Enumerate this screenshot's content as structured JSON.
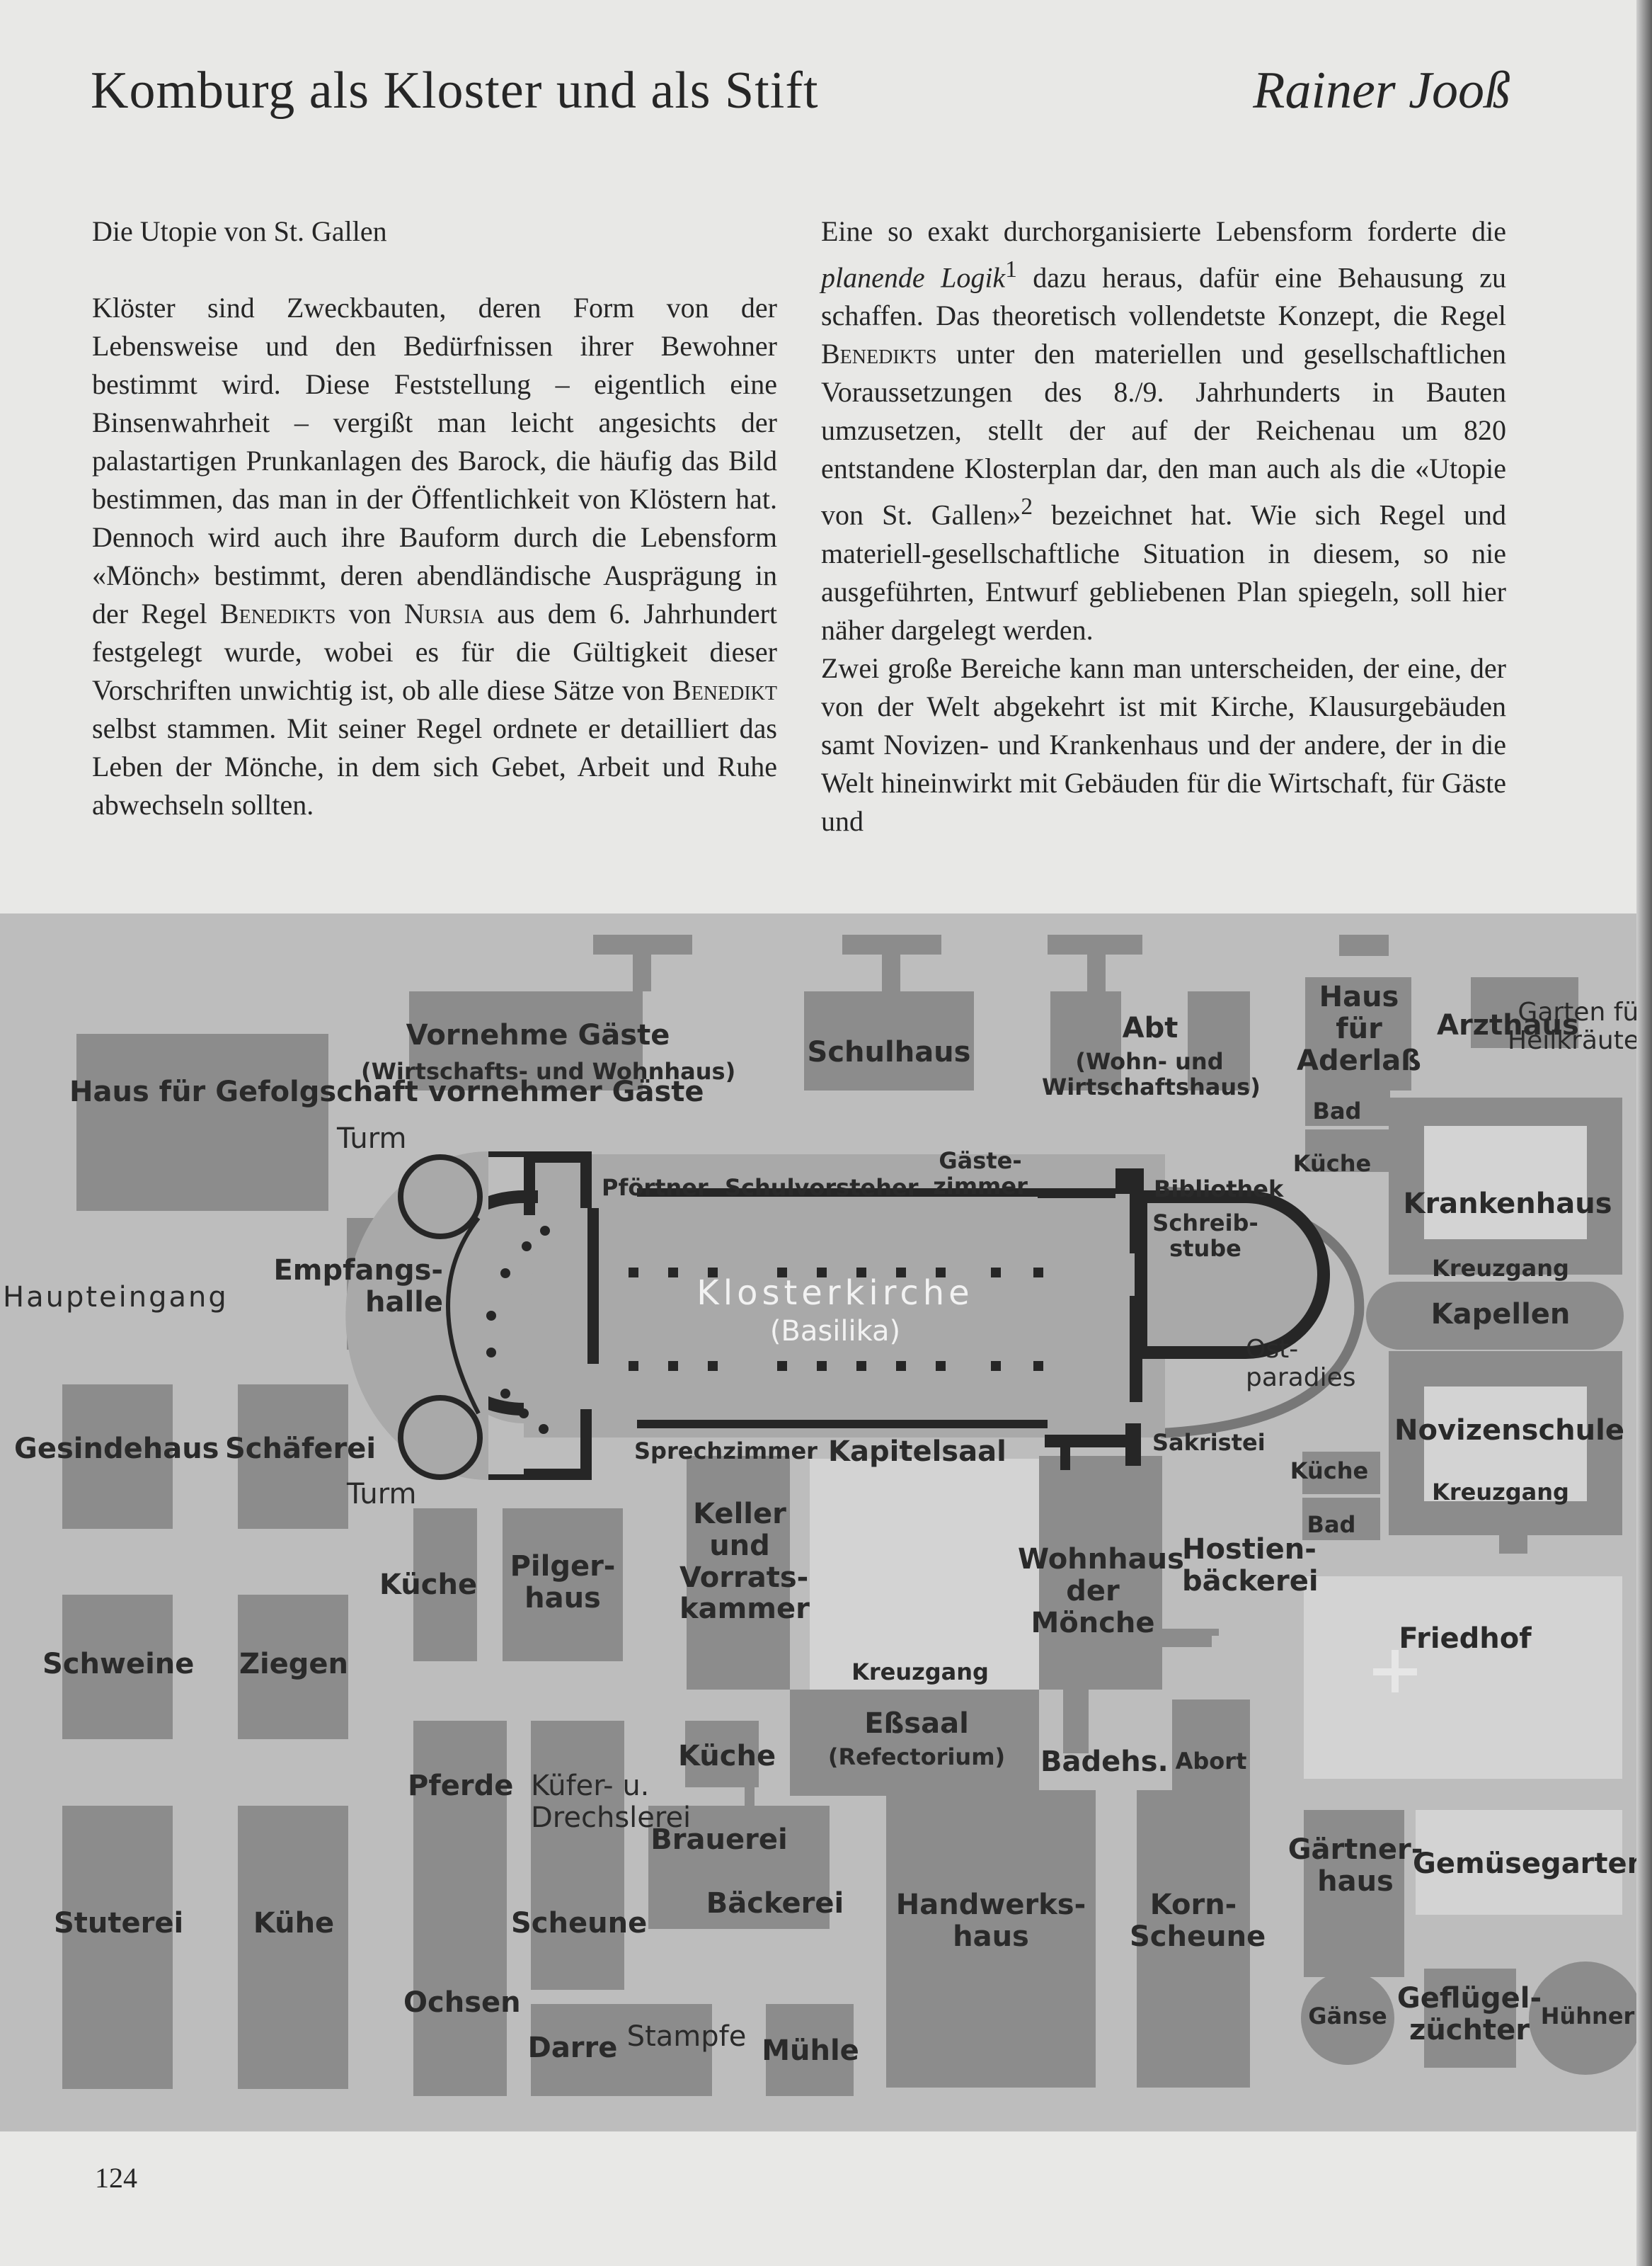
{
  "header": {
    "title": "Komburg als Kloster und als Stift",
    "author": "Rainer Jooß"
  },
  "left_column": {
    "subheading": "Die Utopie von St. Gallen",
    "p1_a": "Klöster sind Zweckbauten, deren Form von der Lebensweise und den Bedürfnissen ihrer Bewohner bestimmt wird. Diese Feststellung – eigentlich eine Binsenwahrheit – vergißt man leicht angesichts der palastartigen Prunkanlagen des Barock, die häufig das Bild bestimmen, das man in der Öffentlichkeit von Klöstern hat. Dennoch wird auch ihre Bauform durch die Lebensform «Mönch» bestimmt, deren abendländische Ausprägung in der Regel ",
    "p1_sc1": "Benedikts",
    "p1_b": " von ",
    "p1_sc2": "Nursia",
    "p1_c": " aus dem 6. Jahrhundert festgelegt wurde, wobei es für die Gültigkeit dieser Vorschriften unwichtig ist, ob alle diese Sätze von ",
    "p1_sc3": "Benedikt",
    "p1_d": " selbst stammen. Mit seiner Regel ordnete er detailliert das Leben der Mönche, in dem sich Gebet, Arbeit und Ruhe abwechseln sollten."
  },
  "right_column": {
    "p2_a": "Eine so exakt durchorganisierte Lebensform forderte die ",
    "p2_em": "planende Logik",
    "p2_sup1": "1",
    "p2_b": " dazu heraus, dafür eine Behausung zu schaffen. Das theoretisch vollendetste Konzept, die Regel ",
    "p2_sc": "Benedikts",
    "p2_c": " unter den materiellen und gesellschaftlichen Voraussetzungen des 8./9. Jahrhunderts in Bauten umzusetzen, stellt der auf der Reichenau um 820 entstandene Klosterplan dar, den man auch als die «Utopie von St. Gallen»",
    "p2_sup2": "2",
    "p2_d": " bezeichnet hat. Wie sich Regel und materiell-gesellschaftliche Situation in diesem, so nie ausgeführten, Entwurf gebliebenen Plan spiegeln, soll hier näher dargelegt werden.",
    "p3": "Zwei große Bereiche kann man unterscheiden, der eine, der von der Welt abgekehrt ist mit Kirche, Klausurgebäuden samt Novizen- und Krankenhaus und der andere, der in die Welt hineinwirkt mit Gebäuden für die Wirtschaft, für Gäste und"
  },
  "plan": {
    "labels": {
      "gefolgschaft": "Haus für Gefolgschaft vornehmer Gäste",
      "vornehme_gaeste": "Vornehme Gäste",
      "vornehme_sub": "(Wirtschafts- und Wohnhaus)",
      "schulhaus": "Schulhaus",
      "abt": "Abt",
      "abt_sub": "(Wohn- und Wirtschaftshaus)",
      "aderlass": "Haus für Aderlaß",
      "arzthaus": "Arzthaus",
      "garten_heil": "Garten für Heilkräuter",
      "turm1": "Turm",
      "turm2": "Turm",
      "pfoertner": "Pförtner",
      "schulvorsteher": "Schulvorsteher",
      "gaestezimmer": "Gäste-zimmer",
      "bibliothek": "Bibliothek",
      "schreibstube": "Schreib-stube",
      "bad1": "Bad",
      "kueche1": "Küche",
      "krankenhaus": "Krankenhaus",
      "kreuzgang1": "Kreuzgang",
      "kapellen": "Kapellen",
      "haupteingang": "Haupteingang",
      "empfangshalle": "Empfangs-halle",
      "klosterkirche": "Klosterkirche",
      "basilika": "(Basilika)",
      "ostparadies": "Ost-paradies",
      "novizenschule": "Novizenschule",
      "kreuzgang2": "Kreuzgang",
      "gesindehaus": "Gesindehaus",
      "schaeferei": "Schäferei",
      "sprechzimmer": "Sprechzimmer",
      "kapitelsaal": "Kapitelsaal",
      "sakristei": "Sakristei",
      "kueche2": "Küche",
      "bad2": "Bad",
      "kueche3": "Küche",
      "pilgerhaus": "Pilger-haus",
      "keller": "Keller und Vorrats-kammer",
      "wohnhaus": "Wohnhaus der Mönche",
      "hostien": "Hostien-bäckerei",
      "friedhof": "Friedhof",
      "schweine": "Schweine",
      "ziegen": "Ziegen",
      "kreuzgang3": "Kreuzgang",
      "esssaal": "Eßsaal",
      "refectorium": "(Refectorium)",
      "kueche4": "Küche",
      "badehaus": "Badehs.",
      "abort": "Abort",
      "pferde": "Pferde",
      "kuefer": "Küfer- u. Drechslerei",
      "stuterei": "Stuterei",
      "kuehe": "Kühe",
      "scheune": "Scheune",
      "ochsen": "Ochsen",
      "brauerei": "Brauerei",
      "baeckerei": "Bäckerei",
      "handwerkshaus": "Handwerks-haus",
      "kornscheune": "Korn-Scheune",
      "gaertnerhaus": "Gärtner-haus",
      "gemuesegarten": "Gemüsegarten",
      "gaense": "Gänse",
      "gefluegel": "Geflügel-züchter",
      "huehner": "Hühner",
      "darre": "Darre",
      "stampfe": "Stampfe",
      "muehle": "Mühle"
    }
  },
  "page_number": "124",
  "colors": {
    "paper": "#e8e8e6",
    "plan_bg": "#bdbdbd",
    "building": "#8c8c8c",
    "light_area": "#d3d3d3",
    "church": "#a9a9a9",
    "wall": "#262626"
  }
}
